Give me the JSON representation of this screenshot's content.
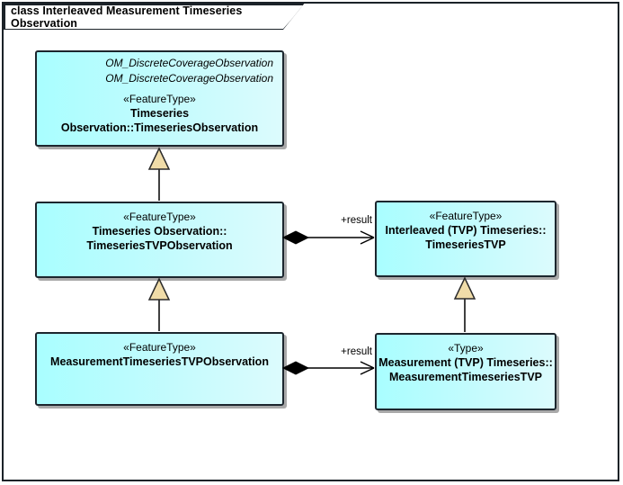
{
  "frame": {
    "title": "class Interleaved Measurement Timeseries Observation"
  },
  "colors": {
    "box_fill_left": "#a9feff",
    "box_fill_right": "#dcfbfd",
    "box_border": "#1c262e",
    "generalization_arrowhead_fill": "#f0dca8",
    "composition_diamond_fill": "#000000",
    "connector_line": "#000000",
    "shadow": "#a9a9a9"
  },
  "boxes": {
    "timeseries_observation": {
      "parents": [
        "OM_DiscreteCoverageObservation",
        "OM_DiscreteCoverageObservation"
      ],
      "stereotype": "«FeatureType»",
      "name_line1": "Timeseries Observation::TimeseriesObservation"
    },
    "timeseries_tvp_observation": {
      "stereotype": "«FeatureType»",
      "name_line1": "Timeseries Observation::",
      "name_line2": "TimeseriesTVPObservation"
    },
    "timeseries_tvp": {
      "stereotype": "«FeatureType»",
      "name_line1": "Interleaved (TVP) Timeseries::",
      "name_line2": "TimeseriesTVP"
    },
    "measurement_timeseries_tvp_observation": {
      "stereotype": "«FeatureType»",
      "name_line1": "MeasurementTimeseriesTVPObservation"
    },
    "measurement_timeseries_tvp": {
      "stereotype": "«Type»",
      "name_line1": "Measurement (TVP) Timeseries::",
      "name_line2": "MeasurementTimeseriesTVP"
    }
  },
  "connectors": {
    "result_label_top": "+result",
    "result_label_bottom": "+result"
  }
}
